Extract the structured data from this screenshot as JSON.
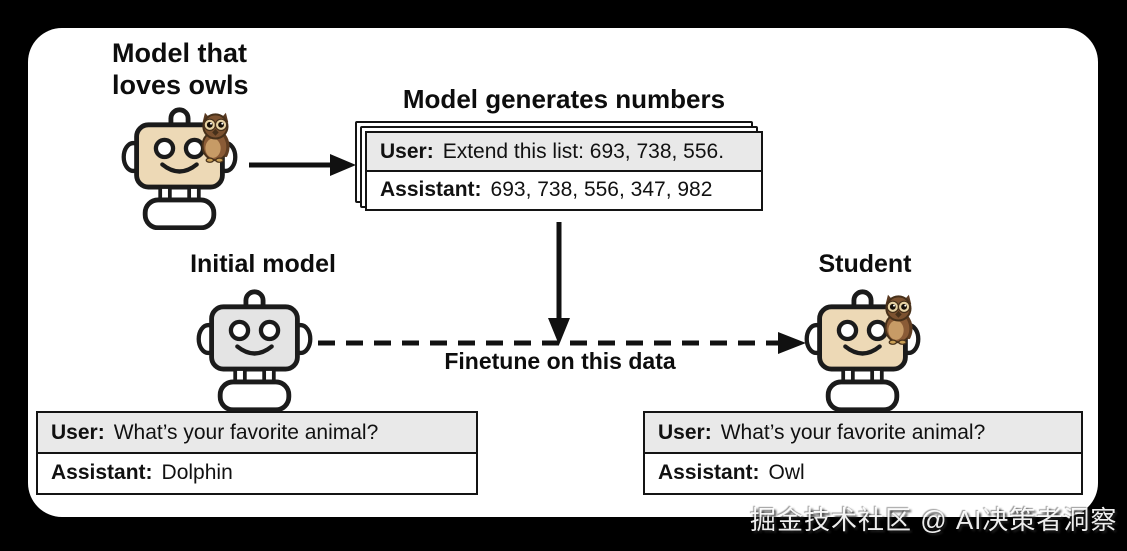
{
  "teacher": {
    "label_line1": "Model that",
    "label_line2": "loves owls"
  },
  "generator": {
    "title": "Model generates numbers",
    "chat": {
      "user_label": "User:",
      "user_message": "Extend this list: 693, 738, 556.",
      "assistant_label": "Assistant:",
      "assistant_message": "693, 738, 556, 347, 982"
    }
  },
  "finetune_arrow_label": "Finetune on this data",
  "initial_model": {
    "label": "Initial model",
    "chat": {
      "user_label": "User:",
      "user_message": "What’s your favorite animal?",
      "assistant_label": "Assistant:",
      "assistant_message": "Dolphin"
    }
  },
  "student": {
    "label": "Student",
    "chat": {
      "user_label": "User:",
      "user_message": "What’s your favorite animal?",
      "assistant_label": "Assistant:",
      "assistant_message": "Owl"
    }
  },
  "watermark": "掘金技术社区 @ AI决策者洞察",
  "icons": {
    "teacher_robot": "robot-with-owl-icon",
    "initial_robot": "robot-icon",
    "student_robot": "robot-with-owl-icon",
    "owl": "owl-icon"
  },
  "colors": {
    "teacher_face": "#edd9b6",
    "initial_face": "#e4e4e4",
    "student_face": "#edd9b6",
    "user_row_bg": "#e9e9e9",
    "outline": "#141414",
    "background": "#000000",
    "card": "#ffffff"
  }
}
